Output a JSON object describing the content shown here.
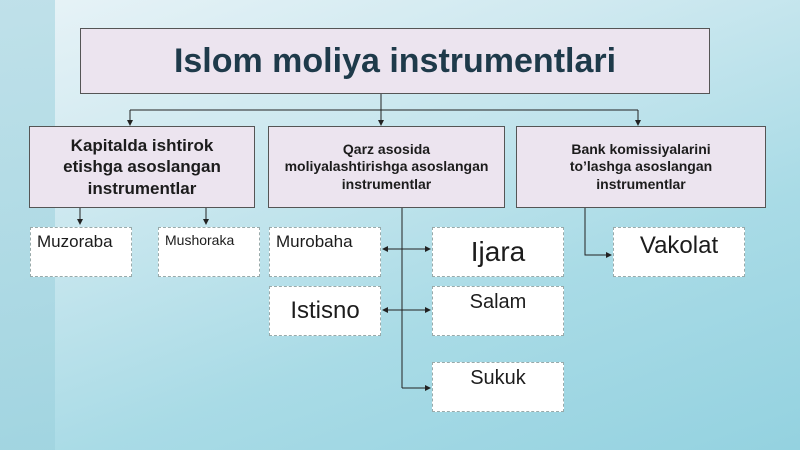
{
  "title": "Islom moliya instrumentlari",
  "categories": [
    "Kapitalda ishtirok etishga asoslangan instrumentlar",
    "Qarz asosida moliyalashtirishga asoslangan instrumentlar",
    "Bank komissiyalarini to’lashga asoslangan instrumentlar"
  ],
  "instruments": {
    "muzoraba": "Muzoraba",
    "mushoraka": "Mushoraka",
    "murobaha": "Murobaha",
    "istisno": "Istisno",
    "ijara": "Ijara",
    "salam": "Salam",
    "sukuk": "Sukuk",
    "vakolat": "Vakolat"
  },
  "colors": {
    "box_fill": "#ece4ef",
    "title_text": "#1e3a4a",
    "background": "#a9dbe6"
  }
}
